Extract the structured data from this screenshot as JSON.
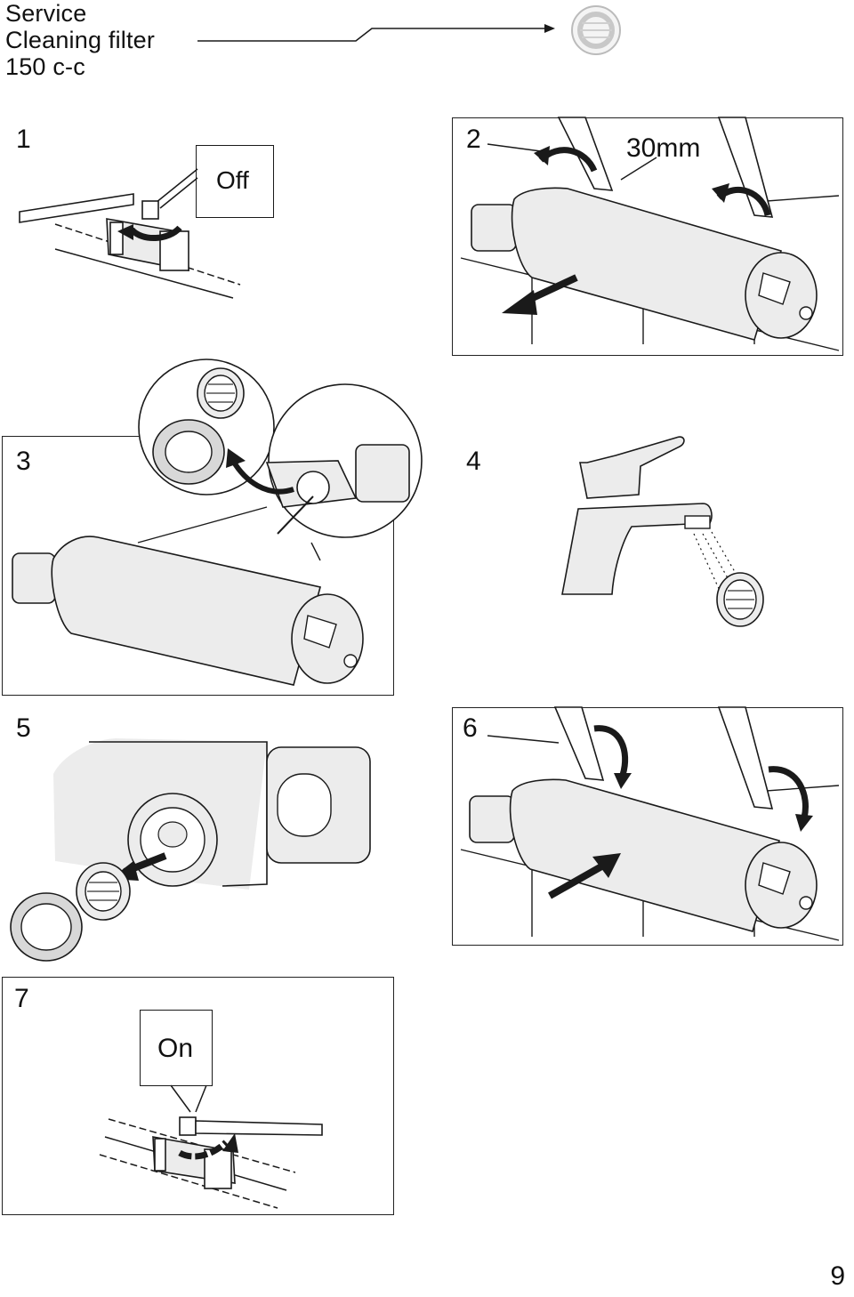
{
  "header": {
    "title_line1": "Service",
    "title_line2": "Cleaning filter",
    "title_line3": "150 c-c"
  },
  "steps": [
    {
      "number": "1",
      "callout": "Off"
    },
    {
      "number": "2",
      "callout": "30mm"
    },
    {
      "number": "3"
    },
    {
      "number": "4"
    },
    {
      "number": "5"
    },
    {
      "number": "6"
    },
    {
      "number": "7",
      "callout": "On"
    }
  ],
  "footer": {
    "page_number": "9"
  },
  "colors": {
    "line": "#1a1a1a",
    "fill": "#ececec",
    "white": "#ffffff"
  },
  "icons": [
    "filter-icon",
    "valve-icon",
    "mixer-icon",
    "wrench-icon",
    "arrow-icon",
    "faucet-icon",
    "washer-icon"
  ]
}
